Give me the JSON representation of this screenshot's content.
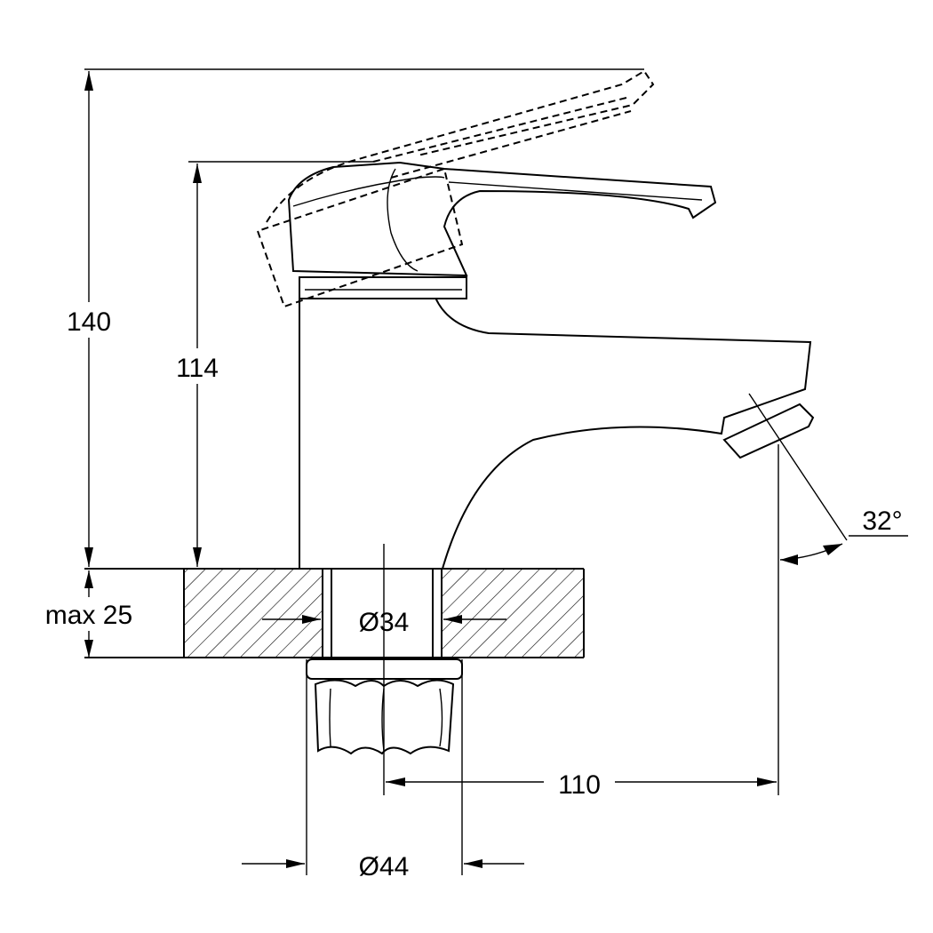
{
  "dimensions": {
    "total_height": "140",
    "body_height": "114",
    "max_counter": "max 25",
    "hole_diameter": "Ø34",
    "base_diameter": "Ø44",
    "spout_reach": "110",
    "spout_angle": "32°"
  }
}
